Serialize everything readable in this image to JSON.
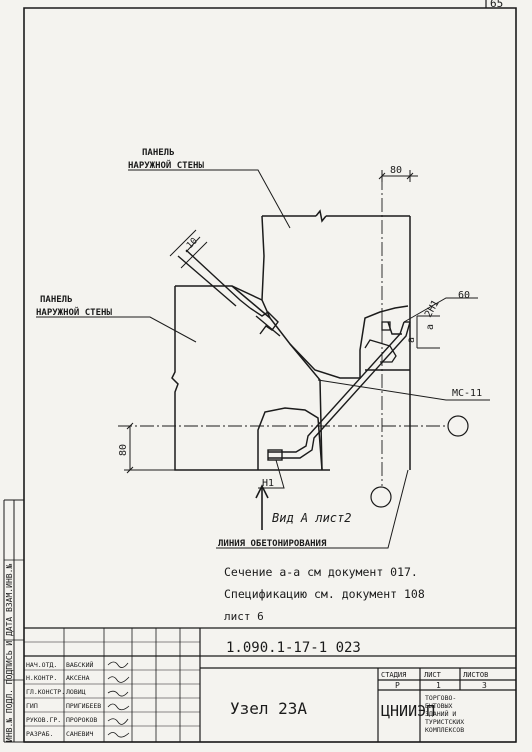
{
  "sheet": {
    "page_number": "65"
  },
  "drawing": {
    "panel_top_label": [
      "ПАНЕЛЬ",
      "НАРУЖНОЙ СТЕНЫ"
    ],
    "panel_left_label": [
      "ПАНЕЛЬ",
      "НАРУЖНОЙ СТЕНЫ"
    ],
    "dim_80_top": "80",
    "dim_10": "10",
    "dim_60": "60",
    "dim_80_left": "80",
    "label_2n1": "2Н1",
    "label_a1": "а",
    "label_a2": "а",
    "label_ms11": "МС-11",
    "label_n1": "Н1",
    "view_label": "Вид А лист2",
    "concreting_line": "ЛИНИЯ ОБЕТОНИРОВАНИЯ"
  },
  "notes": [
    "Сечение а-а см документ 017.",
    "Спецификацию см. документ 108",
    "лист 6"
  ],
  "title_block": {
    "doc_code": "1.090.1-17-1 023",
    "title": "Узел 23А",
    "stage_header": "СТАДИЯ",
    "sheet_header": "ЛИСТ",
    "sheets_header": "ЛИСТОВ",
    "stage": "Р",
    "sheet": "1",
    "sheets": "3",
    "org": "ЦНИИЭП",
    "org_desc": [
      "ТОРГОВО-",
      "БЫТОВЫХ",
      "ЗДАНИЙ И",
      "ТУРИСТСКИХ",
      "КОМПЛЕКСОВ"
    ],
    "roles": [
      {
        "role": "НАЧ.ОТД.",
        "name": "ВАБСКИЙ"
      },
      {
        "role": "Н.КОНТР.",
        "name": "АКСЕНА"
      },
      {
        "role": "ГЛ.КОНСТР.",
        "name": "ЛОВИЦ"
      },
      {
        "role": "ГИП",
        "name": "ПРИГИБЕЕВ"
      },
      {
        "role": "РУКОВ.ГР.",
        "name": "ПРОРОКОВ"
      },
      {
        "role": "РАЗРАБ.",
        "name": "САНЕВИЧ"
      }
    ]
  },
  "side_stamp": "ИНВ.№ ПОДЛ. ПОДПИСЬ И ДАТА ВЗАМ.ИНВ.№"
}
